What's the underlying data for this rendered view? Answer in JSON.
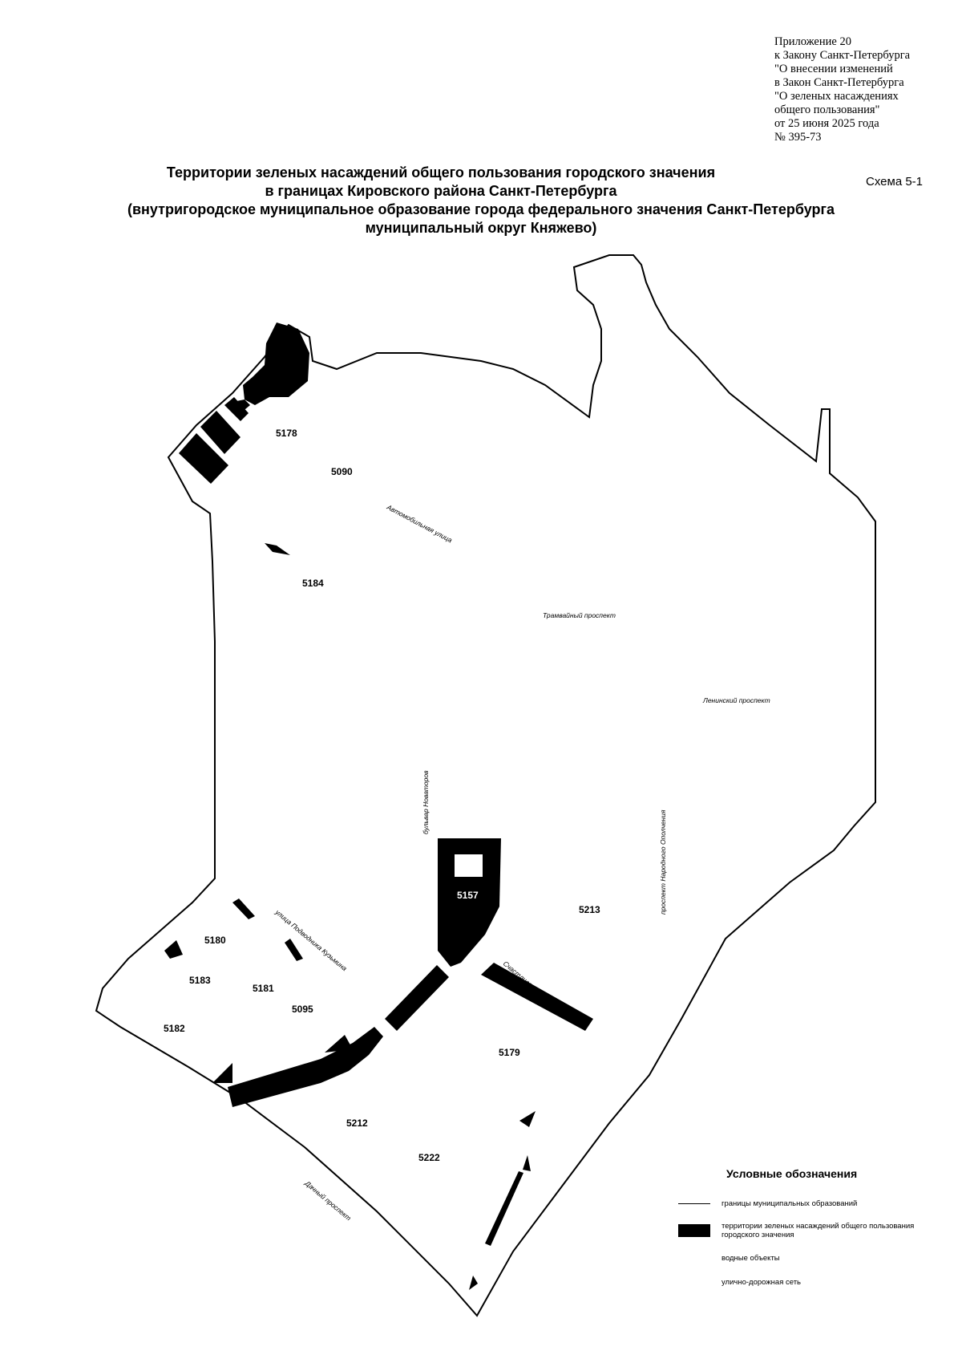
{
  "annex": {
    "lines": [
      "Приложение 20",
      "к Закону Санкт-Петербурга",
      "\"О внесении изменений",
      "в Закон Санкт-Петербурга",
      "\"О зеленых насаждениях",
      "общего пользования\"",
      "от 25 июня 2025 года",
      "№ 395-73"
    ]
  },
  "title": {
    "line1": "Территории зеленых насаждений общего пользования городского значения",
    "line2": "в границах Кировского района Санкт-Петербурга",
    "line3": "(внутригородское муниципальное образование города федерального значения Санкт-Петербурга",
    "line4": "муниципальный округ Княжево)"
  },
  "scheme_label": "Схема 5-1",
  "map": {
    "area_labels": [
      "5178",
      "5090",
      "5184",
      "5157",
      "5213",
      "5180",
      "5183",
      "5181",
      "5095",
      "5182",
      "5179",
      "5212",
      "5222"
    ],
    "street_labels": [
      "Автомобильная улица",
      "Трамвайный проспект",
      "Ленинский проспект",
      "бульвар Новаторов",
      "проспект Народного Ополчения",
      "улица Подводника Кузьмина",
      "Счастливая улица",
      "Дачный проспект"
    ]
  },
  "legend": {
    "title": "Условные обозначения",
    "items": [
      "границы муниципальных образований",
      "территории зеленых насаждений общего пользования городского значения",
      "водные объекты",
      "улично-дорожная сеть"
    ]
  }
}
